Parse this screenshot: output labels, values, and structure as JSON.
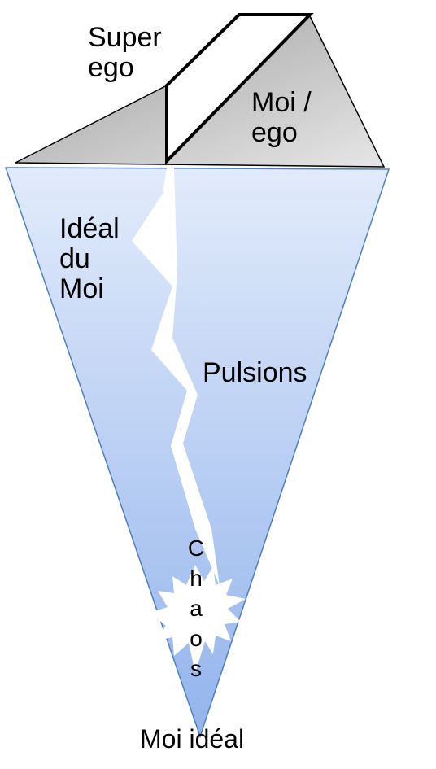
{
  "labels": {
    "super_ego": [
      "Super",
      "ego"
    ],
    "moi_ego": [
      "Moi /",
      "ego"
    ],
    "ideal_du_moi": [
      "Idéal",
      "du",
      "Moi"
    ],
    "pulsions": "Pulsions",
    "chaos_letters": [
      "C",
      "h",
      "a",
      "o",
      "s"
    ],
    "moi_ideal": "Moi idéal"
  },
  "colors": {
    "ice_top": "#e2ebfb",
    "ice_bottom": "#93b4ec",
    "ice_stroke": "#4f7fc0",
    "ego_dark": "#9c9c9c",
    "ego_light": "#e6e6e6",
    "outline": "#000000",
    "white": "#ffffff"
  }
}
